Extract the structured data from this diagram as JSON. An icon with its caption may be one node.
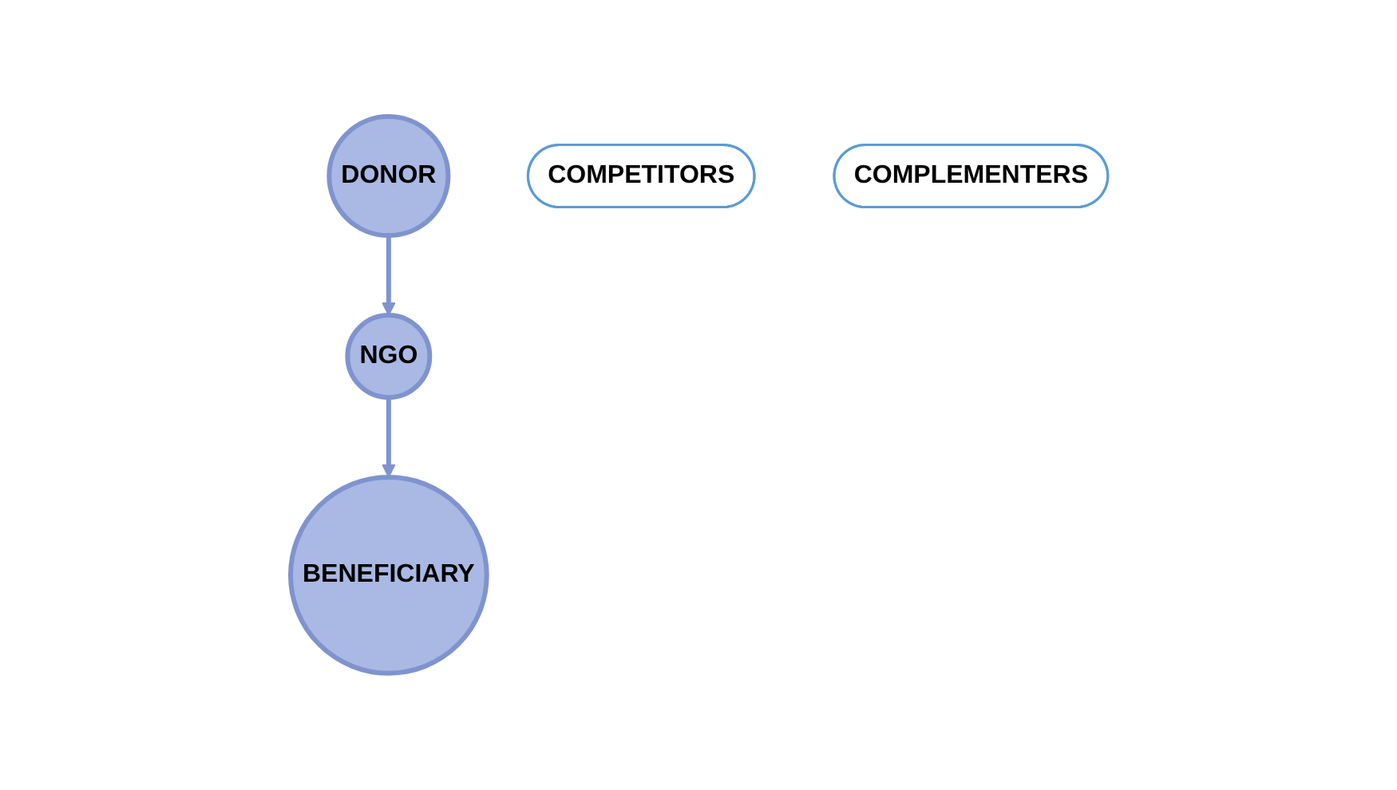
{
  "diagram": {
    "nodes": [
      {
        "text": [
          "DONOR"
        ]
      },
      {
        "text": [
          "COMPETITORS"
        ]
      },
      {
        "text": [
          "NGO"
        ]
      },
      {
        "text": [
          "COMPLEMENTERS"
        ]
      },
      {
        "text": [
          "BENEFICIARY"
        ]
      }
    ],
    "edges": [
      {
        "from": 0,
        "to": 2,
        "arrow": "to"
      },
      {
        "from": 2,
        "to": 4,
        "arrow": "to"
      }
    ]
  }
}
